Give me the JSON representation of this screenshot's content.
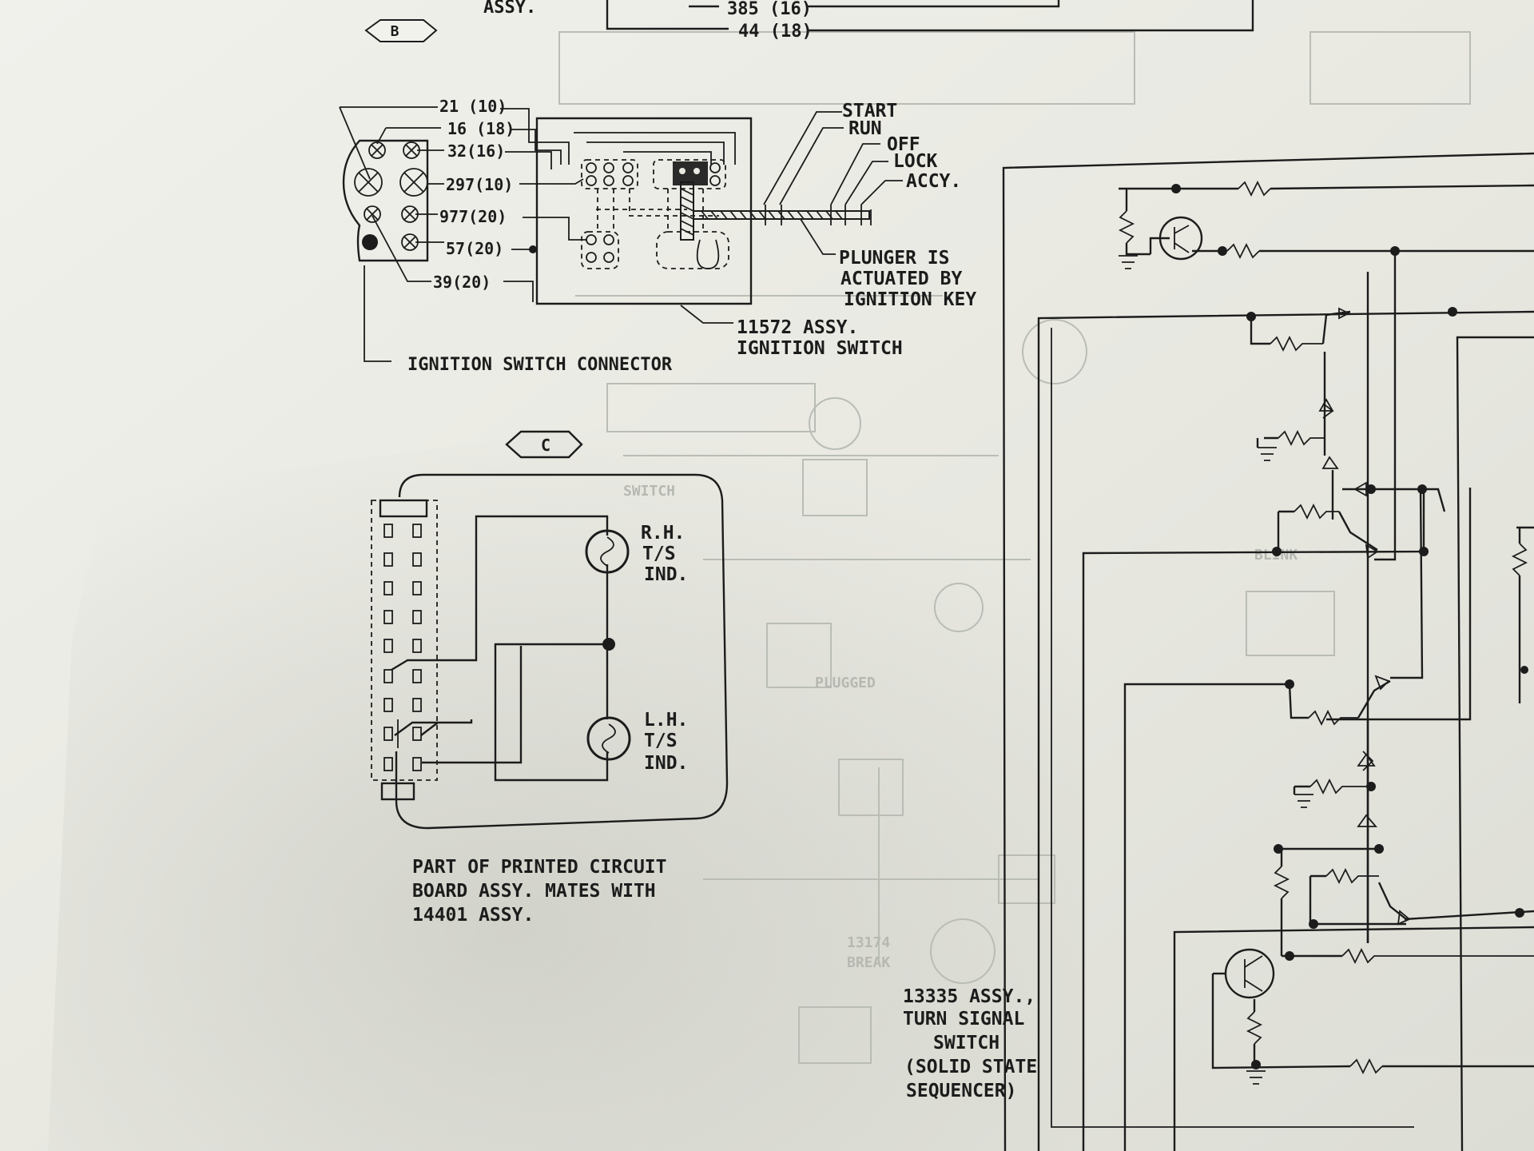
{
  "top_fragment": {
    "assy_label": "ASSY.",
    "wire_385": "385 (16)",
    "wire_44": "44 (18)"
  },
  "marker_b": "B",
  "marker_c": "C",
  "ignition_connector": {
    "label": "IGNITION SWITCH CONNECTOR",
    "wires": [
      "21 (10)",
      "16 (18)",
      "32(16)",
      "297(10)",
      "977(20)",
      "57(20)",
      "39(20)"
    ]
  },
  "ignition_switch": {
    "positions": [
      "START",
      "RUN",
      "OFF",
      "LOCK",
      "ACCY."
    ],
    "plunger_note": [
      "PLUNGER IS",
      "ACTUATED BY",
      "IGNITION KEY"
    ],
    "assy_label": [
      "11572 ASSY.",
      "IGNITION SWITCH"
    ]
  },
  "indicator_board": {
    "rh_label": [
      "R.H.",
      "T/S",
      "IND."
    ],
    "lh_label": [
      "L.H.",
      "T/S",
      "IND."
    ],
    "caption": [
      "PART OF PRINTED CIRCUIT",
      "BOARD ASSY. MATES WITH",
      "14401 ASSY."
    ]
  },
  "sequencer": {
    "label": [
      "13335 ASSY.,",
      "TURN SIGNAL",
      "SWITCH",
      "(SOLID STATE",
      "SEQUENCER)"
    ]
  },
  "colors": {
    "paper": "#e9e9e2",
    "ink": "#1c1c1c",
    "bleed_through": "#b9bdb5",
    "shadow": "#c9cbc3"
  }
}
